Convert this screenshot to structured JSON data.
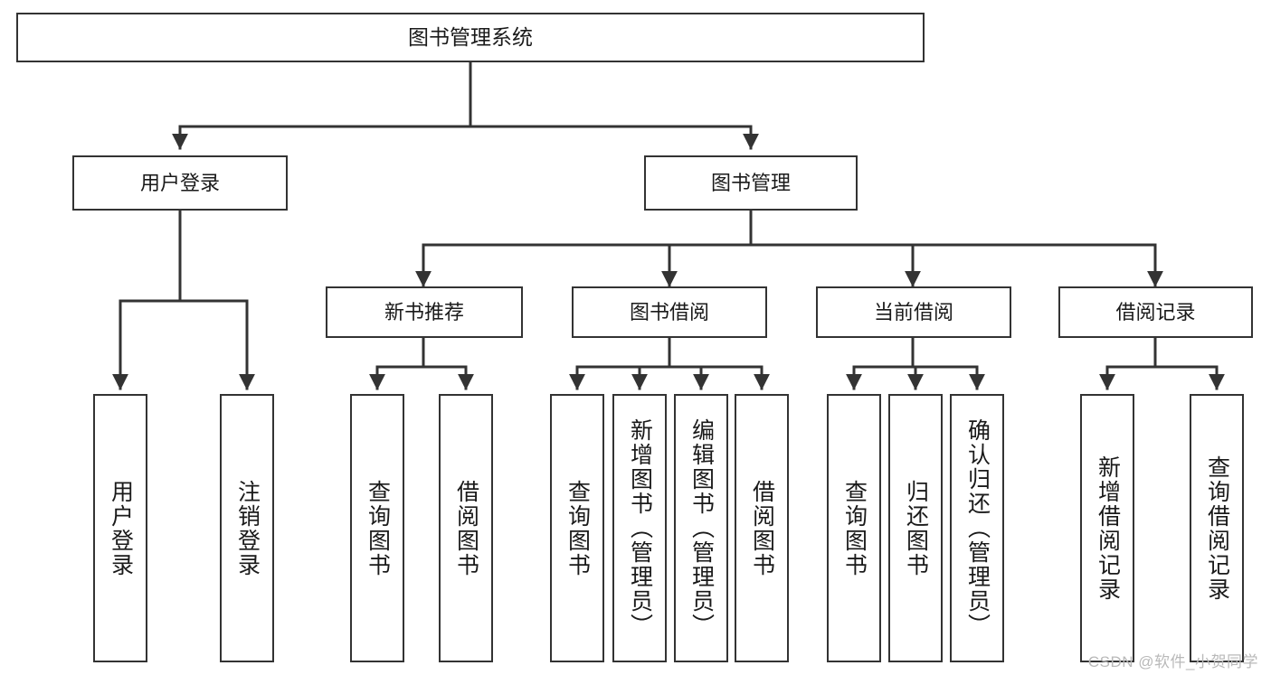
{
  "diagram": {
    "title": "图书管理系统",
    "type": "tree",
    "watermark": "CSDN @软件_小贺同学",
    "colors": {
      "stroke": "#333333",
      "fill": "#ffffff",
      "text": "#1a1a1a",
      "watermark": "#b9b9b9"
    },
    "nodes": {
      "root": {
        "label": "图书管理系统"
      },
      "level1": [
        {
          "id": "user-login",
          "label": "用户登录"
        },
        {
          "id": "book-manage",
          "label": "图书管理"
        }
      ],
      "level2": [
        {
          "id": "new-book-recommend",
          "label": "新书推荐"
        },
        {
          "id": "book-borrow",
          "label": "图书借阅"
        },
        {
          "id": "current-borrow",
          "label": "当前借阅"
        },
        {
          "id": "borrow-record",
          "label": "借阅记录"
        }
      ],
      "leaves": {
        "user_login": [
          {
            "id": "leaf-user-login",
            "label": "用户登录"
          },
          {
            "id": "leaf-logout-login",
            "label": "注销登录"
          }
        ],
        "new_book_recommend": [
          {
            "id": "leaf-query-book-1",
            "label": "查询图书"
          },
          {
            "id": "leaf-borrow-book-1",
            "label": "借阅图书"
          }
        ],
        "book_borrow": [
          {
            "id": "leaf-query-book-2",
            "label": "查询图书"
          },
          {
            "id": "leaf-add-book",
            "label": "新增图书（管理员）"
          },
          {
            "id": "leaf-edit-book",
            "label": "编辑图书（管理员）"
          },
          {
            "id": "leaf-borrow-book-2",
            "label": "借阅图书"
          }
        ],
        "current_borrow": [
          {
            "id": "leaf-query-book-3",
            "label": "查询图书"
          },
          {
            "id": "leaf-return-book",
            "label": "归还图书"
          },
          {
            "id": "leaf-confirm-return",
            "label": "确认归还（管理员）"
          }
        ],
        "borrow_record": [
          {
            "id": "leaf-add-record",
            "label": "新增借阅记录"
          },
          {
            "id": "leaf-query-record",
            "label": "查询借阅记录"
          }
        ]
      }
    }
  }
}
